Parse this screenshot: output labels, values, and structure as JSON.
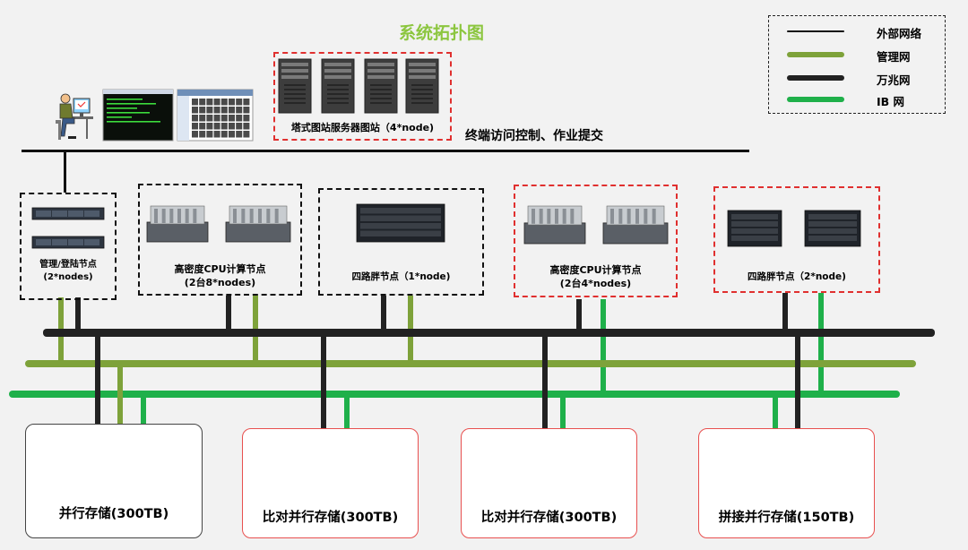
{
  "title": "系统拓扑图",
  "legend": [
    {
      "label": "外部网络",
      "color": "#111111"
    },
    {
      "label": "管理网",
      "color": "#7ea23a"
    },
    {
      "label": "万兆网",
      "color": "#222222"
    },
    {
      "label": "IB 网",
      "color": "#1fb04a"
    }
  ],
  "terminal_label": "终端访问控制、作业提交",
  "tower_station_label": "塔式图站服务器图站（4*node)",
  "nodes": [
    {
      "line1": "管理/登陆节点",
      "line2": "(2*nodes)"
    },
    {
      "line1": "高密度CPU计算节点",
      "line2": "(2台8*nodes)"
    },
    {
      "line1": "四路胖节点（1*node)",
      "line2": ""
    },
    {
      "line1": "高密度CPU计算节点",
      "line2": "(2台4*nodes)"
    },
    {
      "line1": "四路胖节点（2*node)",
      "line2": ""
    }
  ],
  "storage": [
    {
      "label": "并行存储(300TB)"
    },
    {
      "label": "比对并行存储(300TB)"
    },
    {
      "label": "比对并行存储(300TB)"
    },
    {
      "label": "拼接并行存储(150TB)"
    }
  ],
  "colors": {
    "title": "#8cc63f",
    "mgmt": "#7ea23a",
    "ib": "#1fb04a",
    "tenG": "#222222",
    "red_dash": "#e0302f"
  }
}
